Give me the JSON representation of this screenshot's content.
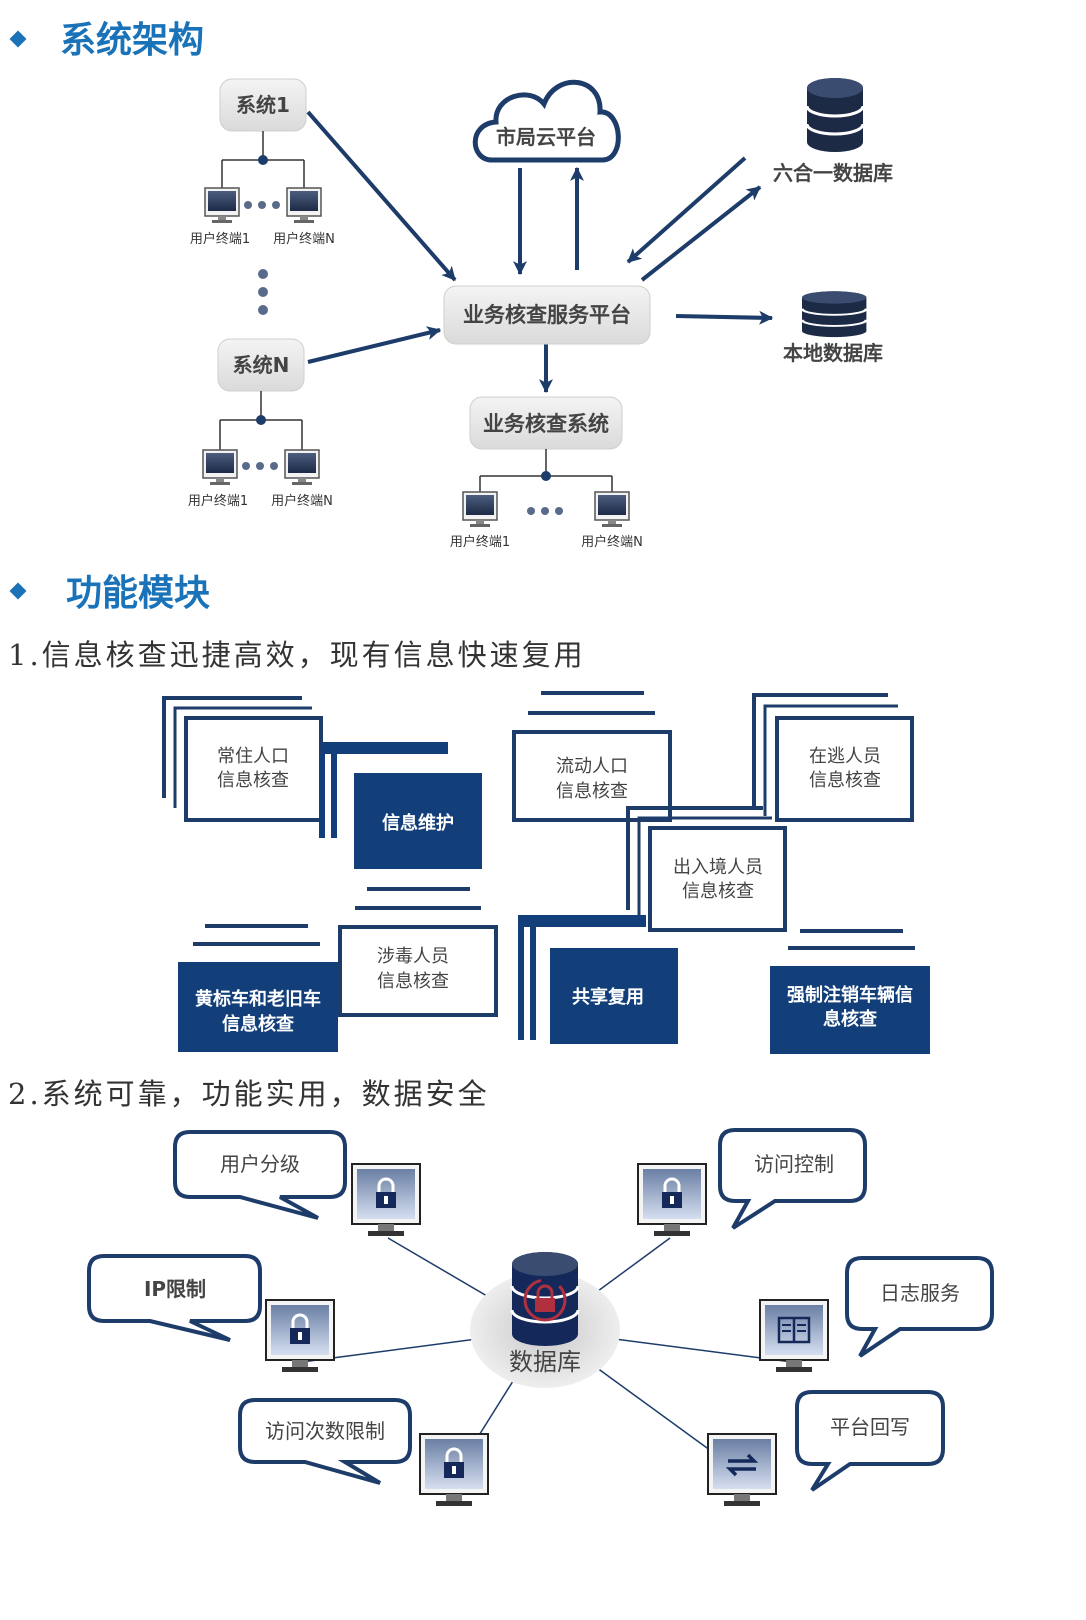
{
  "section1": {
    "title": "系统架构"
  },
  "section2": {
    "title": "功能模块"
  },
  "arch": {
    "system1": "系统1",
    "systemN": "系统N",
    "cloud": "市局云平台",
    "core": "业务核查服务平台",
    "check_system": "业务核查系统",
    "db_six": "六合一数据库",
    "db_local": "本地数据库",
    "terminal_first": "用户终端1",
    "terminal_last": "用户终端N"
  },
  "features": {
    "subtitle1": "1.信息核查迅捷高效，现有信息快速复用",
    "subtitle2": "2.系统可靠，功能实用，数据安全",
    "modules": [
      {
        "line1": "常住人口",
        "line2": "信息核查"
      },
      {
        "line1": "信息维护",
        "line2": ""
      },
      {
        "line1": "流动人口",
        "line2": "信息核查"
      },
      {
        "line1": "在逃人员",
        "line2": "信息核查"
      },
      {
        "line1": "出入境人员",
        "line2": "信息核查"
      },
      {
        "line1": "涉毒人员",
        "line2": "信息核查"
      },
      {
        "line1": "黄标车和老旧车",
        "line2": "信息核查"
      },
      {
        "line1": "共享复用",
        "line2": ""
      },
      {
        "line1": "强制注销车辆信",
        "line2": "息核查"
      }
    ]
  },
  "security": {
    "center": "数据库",
    "bubbles": [
      "用户分级",
      "访问控制",
      "IP限制",
      "日志服务",
      "访问次数限制",
      "平台回写"
    ]
  },
  "colors": {
    "accent": "#1a73b8",
    "navy": "#123f7a",
    "dark": "#1d3c6a"
  }
}
